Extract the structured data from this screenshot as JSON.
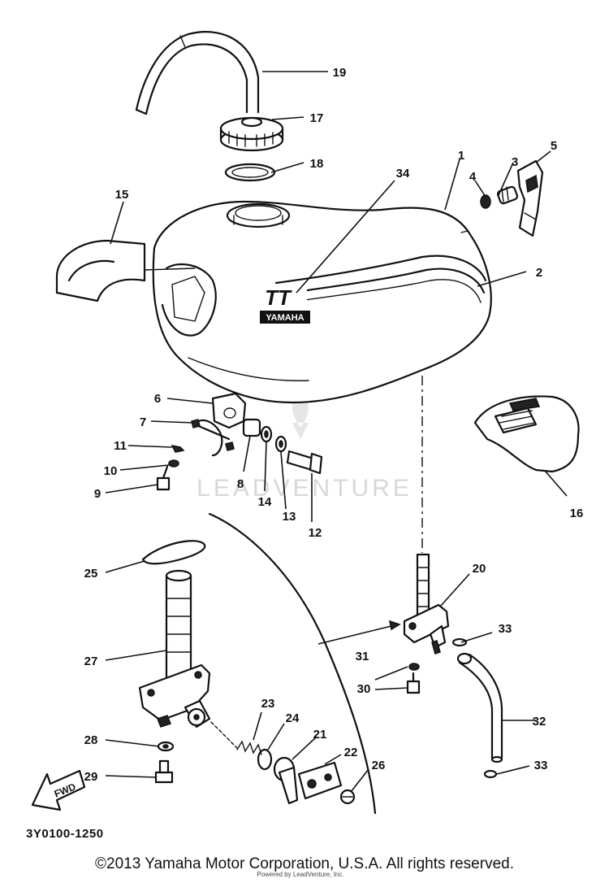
{
  "callouts": [
    {
      "id": "c1",
      "label": "1"
    },
    {
      "id": "c2",
      "label": "2"
    },
    {
      "id": "c3",
      "label": "3"
    },
    {
      "id": "c4",
      "label": "4"
    },
    {
      "id": "c5",
      "label": "5"
    },
    {
      "id": "c6",
      "label": "6"
    },
    {
      "id": "c7",
      "label": "7"
    },
    {
      "id": "c8",
      "label": "8"
    },
    {
      "id": "c9",
      "label": "9"
    },
    {
      "id": "c10",
      "label": "10"
    },
    {
      "id": "c11",
      "label": "11"
    },
    {
      "id": "c12",
      "label": "12"
    },
    {
      "id": "c13",
      "label": "13"
    },
    {
      "id": "c14",
      "label": "14"
    },
    {
      "id": "c15",
      "label": "15"
    },
    {
      "id": "c16",
      "label": "16"
    },
    {
      "id": "c17",
      "label": "17"
    },
    {
      "id": "c18",
      "label": "18"
    },
    {
      "id": "c19",
      "label": "19"
    },
    {
      "id": "c20",
      "label": "20"
    },
    {
      "id": "c21",
      "label": "21"
    },
    {
      "id": "c22",
      "label": "22"
    },
    {
      "id": "c23",
      "label": "23"
    },
    {
      "id": "c24",
      "label": "24"
    },
    {
      "id": "c25",
      "label": "25"
    },
    {
      "id": "c26",
      "label": "26"
    },
    {
      "id": "c27",
      "label": "27"
    },
    {
      "id": "c28",
      "label": "28"
    },
    {
      "id": "c29",
      "label": "29"
    },
    {
      "id": "c30",
      "label": "30"
    },
    {
      "id": "c31",
      "label": "31"
    },
    {
      "id": "c32",
      "label": "32"
    },
    {
      "id": "c33a",
      "label": "33"
    },
    {
      "id": "c33b",
      "label": "33"
    },
    {
      "id": "c34",
      "label": "34"
    }
  ],
  "diagram": {
    "code": "3Y0100-1250",
    "fwd_label": "FWD",
    "tank_logo_top": "TT",
    "tank_logo_bottom": "YAMAHA"
  },
  "watermark": "LEADVENTURE",
  "copyright": "©2013 Yamaha Motor Corporation, U.S.A. All rights reserved.",
  "fine_print": "Powered by LeadVenture, Inc."
}
